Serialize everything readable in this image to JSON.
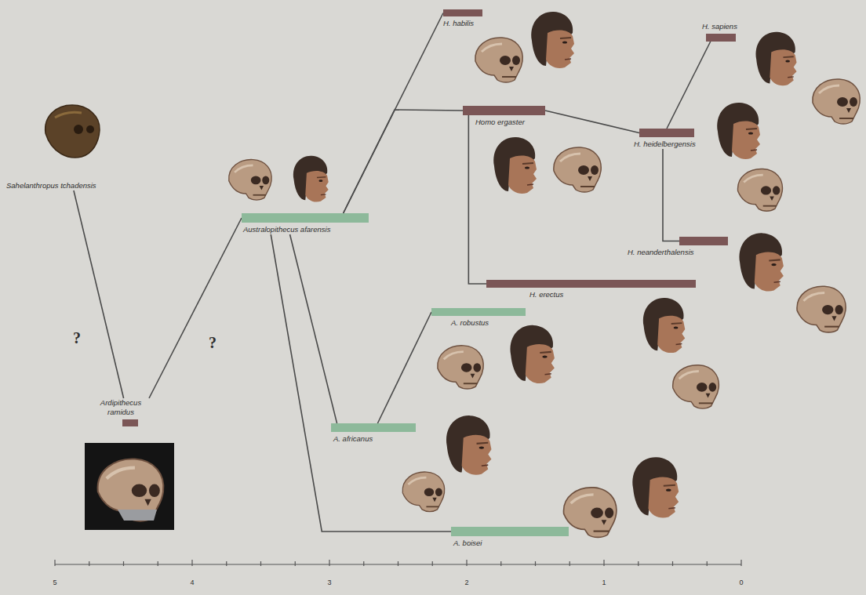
{
  "diagram": {
    "nodes": [
      {
        "text": [
          "Sahelanthropus tchadensis"
        ]
      },
      {
        "text": [
          "Ardipithecus ramidus"
        ]
      },
      {
        "text": [
          "Australopithecus afarensis"
        ]
      },
      {
        "text": [
          "H. habilis"
        ]
      },
      {
        "text": [
          "Homo ergaster"
        ]
      },
      {
        "text": [
          "H. heidelbergensis"
        ]
      },
      {
        "text": [
          "H. sapiens"
        ]
      },
      {
        "text": [
          "H. neanderthalensis"
        ]
      },
      {
        "text": [
          "H. erectus"
        ]
      },
      {
        "text": [
          "A. robustus"
        ]
      },
      {
        "text": [
          "A. africanus"
        ]
      },
      {
        "text": [
          "A. boisei"
        ]
      }
    ],
    "edges": [
      {
        "from": 0,
        "to": 1,
        "arrow": "none"
      },
      {
        "from": 1,
        "to": 2,
        "arrow": "none"
      },
      {
        "from": 2,
        "to": 3,
        "arrow": "none"
      },
      {
        "from": 2,
        "to": 4,
        "arrow": "none"
      },
      {
        "from": 4,
        "to": 5,
        "arrow": "none"
      },
      {
        "from": 5,
        "to": 6,
        "arrow": "none"
      },
      {
        "from": 5,
        "to": 7,
        "arrow": "none"
      },
      {
        "from": 4,
        "to": 8,
        "arrow": "none"
      },
      {
        "from": 2,
        "to": 10,
        "arrow": "none"
      },
      {
        "from": 2,
        "to": 11,
        "arrow": "none"
      },
      {
        "from": 10,
        "to": 9,
        "arrow": "none"
      }
    ],
    "labels": [
      "?",
      "?",
      "5",
      "4",
      "3",
      "2",
      "1",
      "0"
    ]
  }
}
